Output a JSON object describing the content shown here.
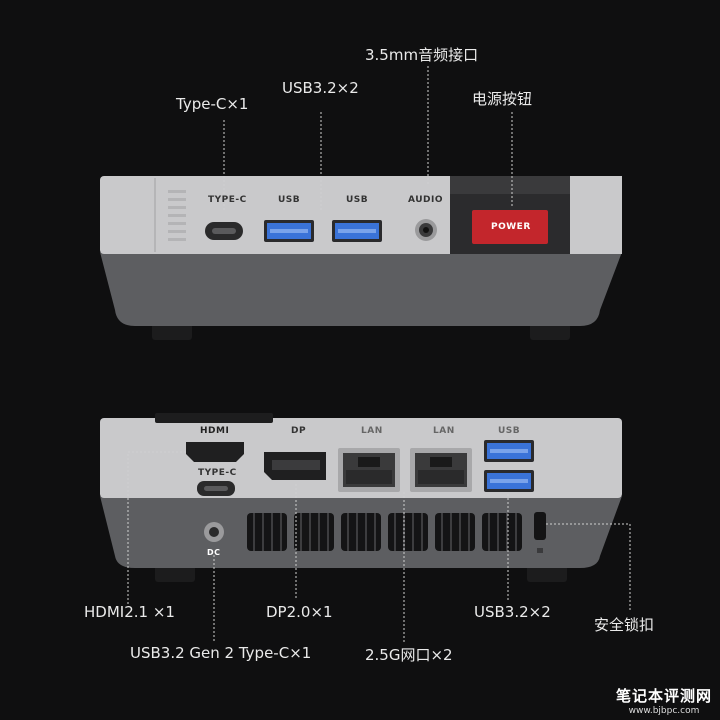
{
  "top_device": {
    "callouts": {
      "type_c": "Type-C×1",
      "usb": "USB3.2×2",
      "audio": "3.5mm音频接口",
      "power": "电源按钮"
    },
    "port_labels": {
      "type_c": "TYPE-C",
      "usb1": "USB",
      "usb2": "USB",
      "audio": "AUDIO",
      "power_button": "POWER"
    }
  },
  "bottom_device": {
    "port_labels": {
      "hdmi": "HDMI",
      "type_c": "TYPE-C",
      "dp": "DP",
      "lan1": "LAN",
      "lan2": "LAN",
      "usb": "USB",
      "dc": "DC"
    },
    "callouts": {
      "hdmi": "HDMI2.1 ×1",
      "dp": "DP2.0×1",
      "usb": "USB3.2×2",
      "lock": "安全锁扣",
      "type_c": "USB3.2 Gen 2 Type-C×1",
      "lan": "2.5G网口×2"
    }
  },
  "watermark": {
    "title": "笔记本评测网",
    "url": "www.bjbpc.com"
  },
  "colors": {
    "background": "#0f0f10",
    "device_light": "#c9c9cb",
    "device_dark": "#5d5e61",
    "power_red": "#c3262c",
    "usb_blue": "#3a73d8"
  }
}
